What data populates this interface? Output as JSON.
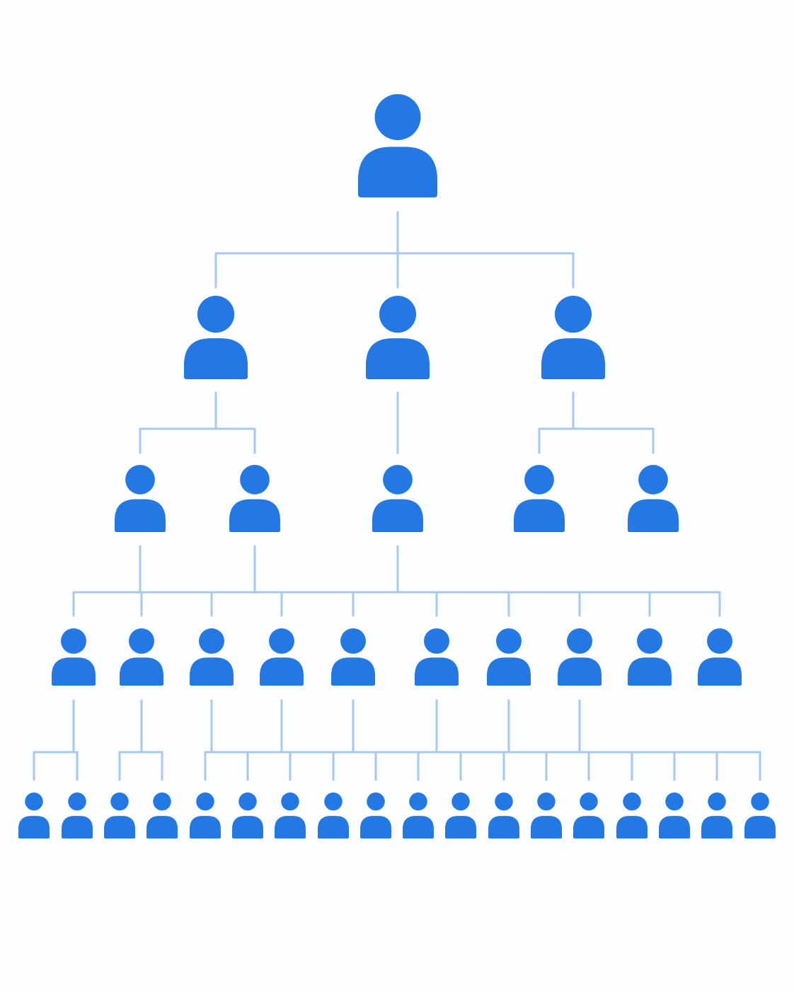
{
  "diagram": {
    "type": "hierarchy-tree",
    "colors": {
      "person": "#2378e4",
      "connector": "#a9c8ee",
      "background": "#fdfeff"
    },
    "icon": "person-icon",
    "levels": [
      {
        "level": 1,
        "count": 1
      },
      {
        "level": 2,
        "count": 3
      },
      {
        "level": 3,
        "count": 5
      },
      {
        "level": 4,
        "count": 10
      },
      {
        "level": 5,
        "count": 18
      }
    ],
    "children_per_node": [
      [
        3
      ],
      [
        2,
        1,
        2
      ],
      [
        4,
        2,
        4
      ],
      [
        2,
        2,
        3,
        2,
        2,
        3,
        2,
        2
      ]
    ]
  }
}
